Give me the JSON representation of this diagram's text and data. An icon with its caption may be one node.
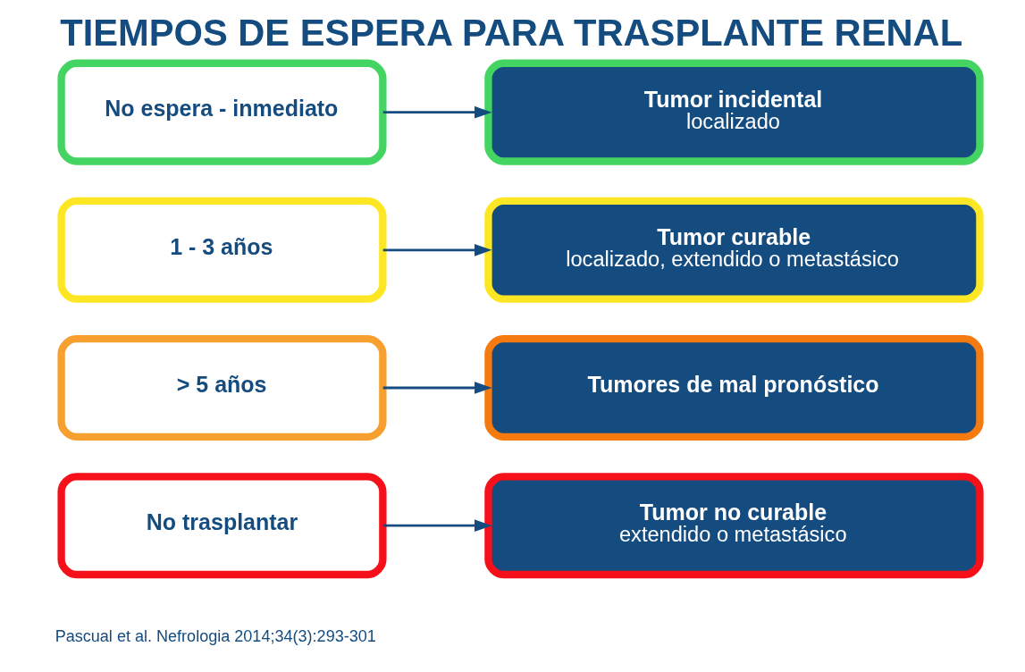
{
  "diagram": {
    "title": "TIEMPOS DE ESPERA PARA TRASPLANTE RENAL",
    "caption": "Pascual et al. Nefrologia 2014;34(3):293-301",
    "nodes": [
      {
        "text": [
          "No espera - inmediato"
        ]
      },
      {
        "text": [
          "Tumor incidental",
          "localizado"
        ]
      },
      {
        "text": [
          "1 - 3 años"
        ]
      },
      {
        "text": [
          "Tumor curable",
          "localizado, extendido o metastásico"
        ]
      },
      {
        "text": [
          "> 5 años"
        ]
      },
      {
        "text": [
          "Tumores de mal pronóstico"
        ]
      },
      {
        "text": [
          "No trasplantar"
        ]
      },
      {
        "text": [
          "Tumor no curable",
          "extendido o metastásico"
        ]
      }
    ],
    "edges": [
      {
        "from": 0,
        "to": 1,
        "arrow": "to"
      },
      {
        "from": 2,
        "to": 3,
        "arrow": "to"
      },
      {
        "from": 4,
        "to": 5,
        "arrow": "to"
      },
      {
        "from": 6,
        "to": 7,
        "arrow": "to"
      }
    ]
  }
}
